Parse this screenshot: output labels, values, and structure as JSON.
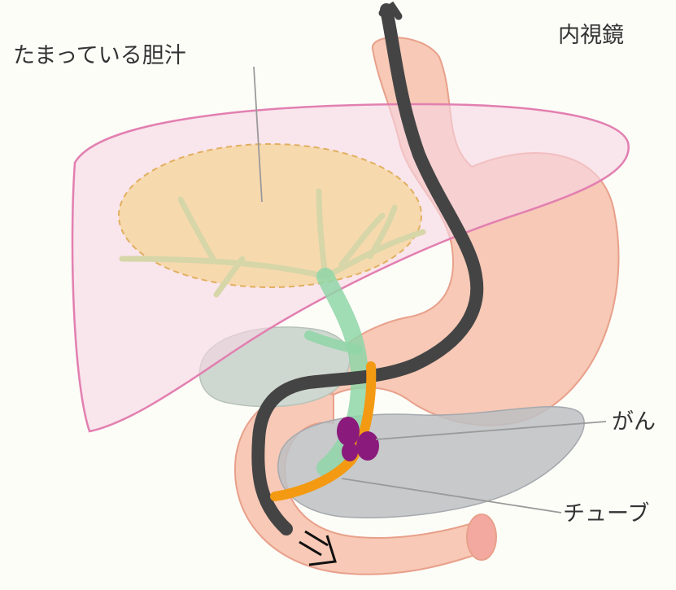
{
  "labels": {
    "bile": "たまっている胆汁",
    "endoscope": "内視鏡",
    "cancer": "がん",
    "tube": "チューブ"
  },
  "colors": {
    "background": "#fdfdf8",
    "liver_fill": "#f6d6e4",
    "liver_stroke": "#e27fb0",
    "stomach_fill": "#f7c9b6",
    "stomach_stroke": "#e8a08a",
    "bile_fill": "#f5d49a",
    "bile_duct": "#d6d6a8",
    "gallbladder": "#cfd8d0",
    "pancreas": "#bdbfc3",
    "common_duct": "#8fd6a8",
    "endoscope": "#444444",
    "tube": "#f39a12",
    "cancer": "#8a1a7c"
  }
}
